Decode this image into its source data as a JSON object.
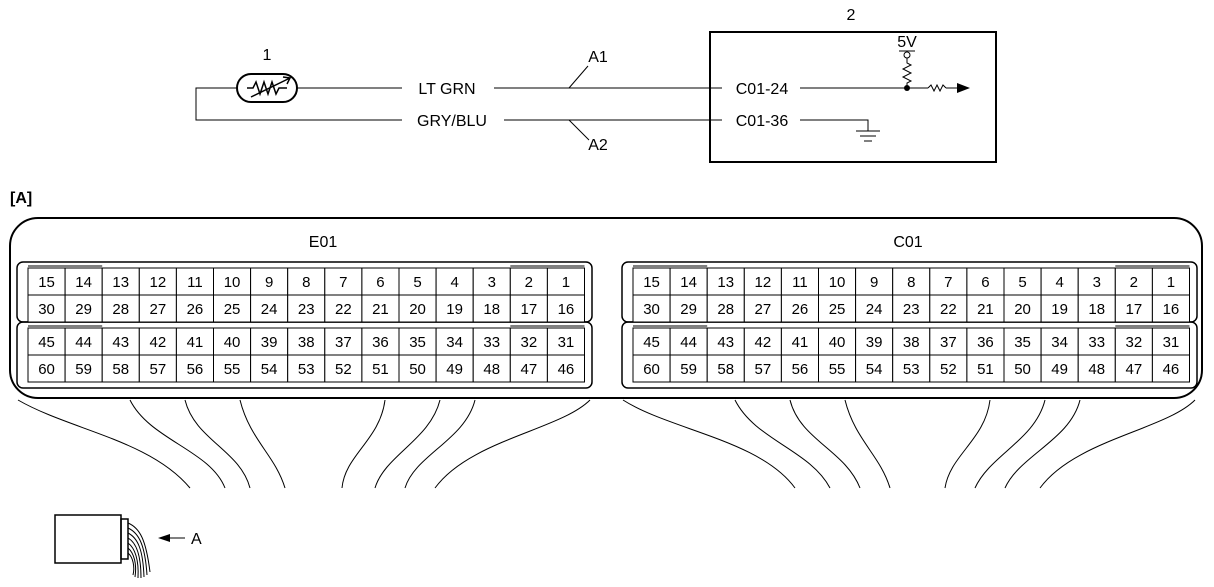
{
  "schematic": {
    "sensor_label": "1",
    "module_label": "2",
    "voltage_label": "5V",
    "wires": [
      {
        "color": "LT GRN",
        "callout": "A1",
        "terminal": "C01-24"
      },
      {
        "color": "GRY/BLU",
        "callout": "A2",
        "terminal": "C01-36"
      }
    ]
  },
  "connector_view": {
    "label": "[A]",
    "connectors": [
      {
        "name": "E01",
        "rows": [
          [
            "15",
            "14",
            "13",
            "12",
            "11",
            "10",
            "9",
            "8",
            "7",
            "6",
            "5",
            "4",
            "3",
            "2",
            "1"
          ],
          [
            "30",
            "29",
            "28",
            "27",
            "26",
            "25",
            "24",
            "23",
            "22",
            "21",
            "20",
            "19",
            "18",
            "17",
            "16"
          ],
          [
            "45",
            "44",
            "43",
            "42",
            "41",
            "40",
            "39",
            "38",
            "37",
            "36",
            "35",
            "34",
            "33",
            "32",
            "31"
          ],
          [
            "60",
            "59",
            "58",
            "57",
            "56",
            "55",
            "54",
            "53",
            "52",
            "51",
            "50",
            "49",
            "48",
            "47",
            "46"
          ]
        ]
      },
      {
        "name": "C01",
        "rows": [
          [
            "15",
            "14",
            "13",
            "12",
            "11",
            "10",
            "9",
            "8",
            "7",
            "6",
            "5",
            "4",
            "3",
            "2",
            "1"
          ],
          [
            "30",
            "29",
            "28",
            "27",
            "26",
            "25",
            "24",
            "23",
            "22",
            "21",
            "20",
            "19",
            "18",
            "17",
            "16"
          ],
          [
            "45",
            "44",
            "43",
            "42",
            "41",
            "40",
            "39",
            "38",
            "37",
            "36",
            "35",
            "34",
            "33",
            "32",
            "31"
          ],
          [
            "60",
            "59",
            "58",
            "57",
            "56",
            "55",
            "54",
            "53",
            "52",
            "51",
            "50",
            "49",
            "48",
            "47",
            "46"
          ]
        ]
      }
    ]
  },
  "legend": {
    "pointer_label": "A"
  }
}
